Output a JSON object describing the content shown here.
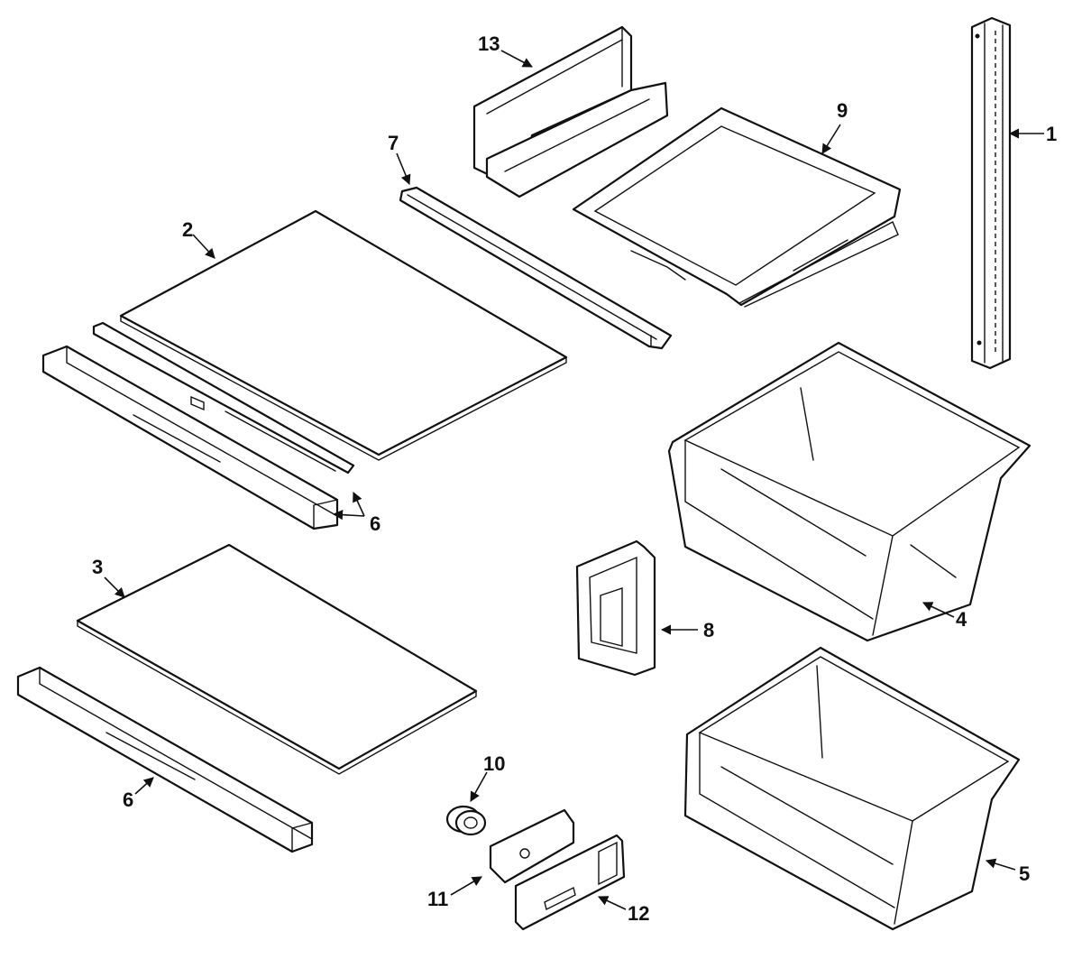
{
  "diagram": {
    "callouts": {
      "p1": "1",
      "p2": "2",
      "p3": "3",
      "p4": "4",
      "p5": "5",
      "p6a": "6",
      "p6b": "6",
      "p7": "7",
      "p8": "8",
      "p9": "9",
      "p10": "10",
      "p11": "11",
      "p12": "12",
      "p13": "13"
    }
  }
}
